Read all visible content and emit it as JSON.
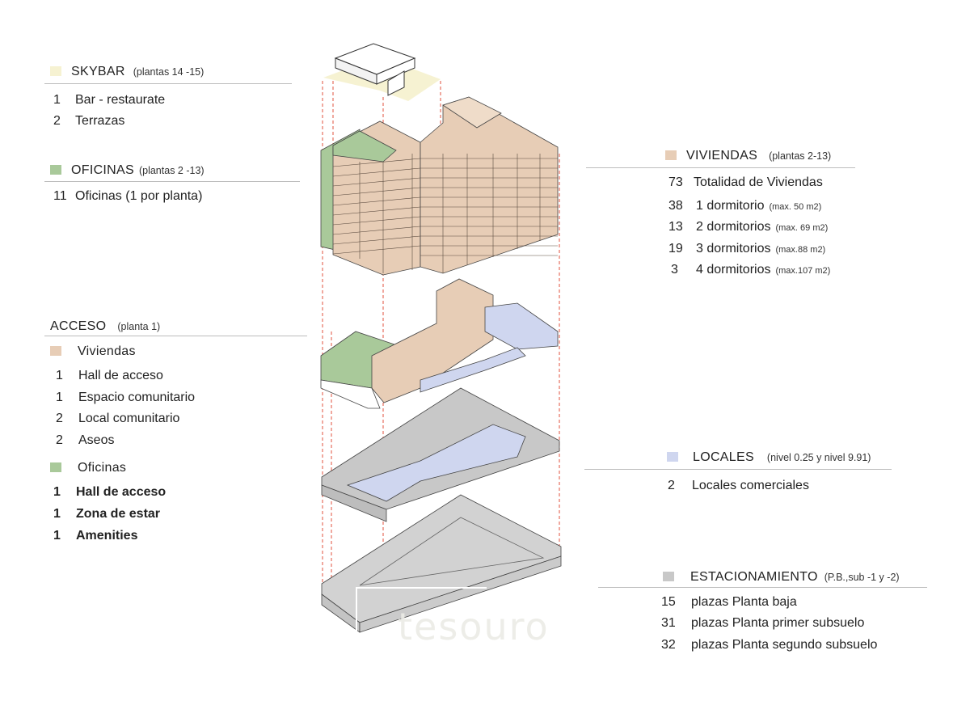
{
  "colors": {
    "skybar": "#f6f2d2",
    "oficinas": "#a9c99a",
    "viviendas": "#e7cdb6",
    "locales": "#cfd6ef",
    "estacionamiento": "#c8c8c8",
    "guide": "#e0523c"
  },
  "skybar": {
    "title": "SKYBAR",
    "subtitle": "(plantas 14 -15)",
    "items": [
      {
        "num": "1",
        "label": "Bar - restaurate"
      },
      {
        "num": "2",
        "label": "Terrazas"
      }
    ]
  },
  "oficinas": {
    "title": "OFICINAS",
    "subtitle": "(plantas 2 -13)",
    "items": [
      {
        "num": "11",
        "label": "Oficinas (1 por planta)"
      }
    ]
  },
  "acceso": {
    "title": "ACCESO",
    "subtitle": "(planta 1)",
    "viviendas_label": "Viviendas",
    "viviendas_items": [
      {
        "num": "1",
        "label": "Hall de acceso"
      },
      {
        "num": "1",
        "label": "Espacio comunitario"
      },
      {
        "num": "2",
        "label": "Local comunitario"
      },
      {
        "num": "2",
        "label": "Aseos"
      }
    ],
    "oficinas_label": "Oficinas",
    "oficinas_items": [
      {
        "num": "1",
        "label": "Hall de acceso"
      },
      {
        "num": "1",
        "label": "Zona de estar"
      },
      {
        "num": "1",
        "label": "Amenities"
      }
    ]
  },
  "viviendas": {
    "title": "VIVIENDAS",
    "subtitle": "(plantas 2-13)",
    "items": [
      {
        "num": "73",
        "label": "Totalidad de Viviendas",
        "note": ""
      },
      {
        "num": "38",
        "label": "1 dormitorio",
        "note": "(max. 50 m2)"
      },
      {
        "num": "13",
        "label": "2 dormitorios",
        "note": "(max. 69 m2)"
      },
      {
        "num": "19",
        "label": "3 dormitorios",
        "note": "(max.88 m2)"
      },
      {
        "num": "3",
        "label": "4 dormitorios",
        "note": "(max.107 m2)"
      }
    ]
  },
  "locales": {
    "title": "LOCALES",
    "subtitle": "(nivel 0.25 y nivel 9.91)",
    "items": [
      {
        "num": "2",
        "label": "Locales comerciales"
      }
    ]
  },
  "estacionamiento": {
    "title": "ESTACIONAMIENTO",
    "subtitle": "(P.B.,sub -1 y -2)",
    "items": [
      {
        "num": "15",
        "label": "plazas Planta baja"
      },
      {
        "num": "31",
        "label": "plazas Planta primer subsuelo"
      },
      {
        "num": "32",
        "label": "plazas Planta segundo subsuelo"
      }
    ]
  },
  "watermark": "tesouro"
}
